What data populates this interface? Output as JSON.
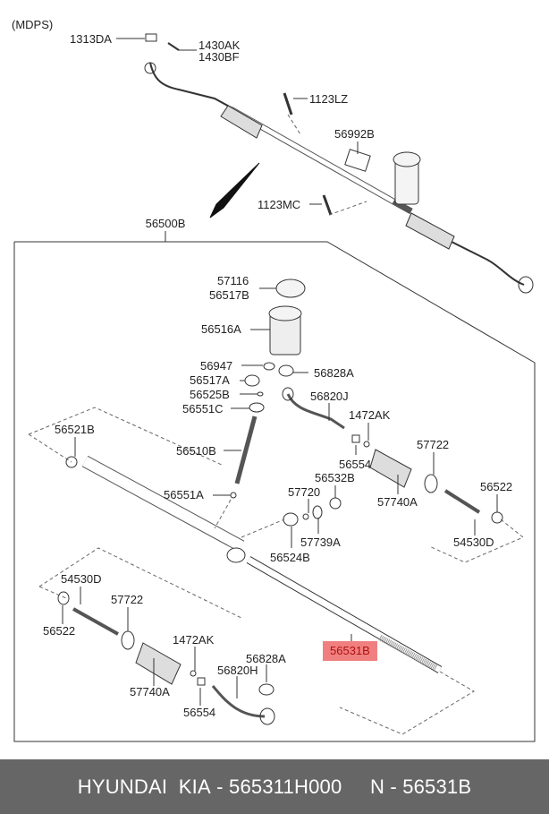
{
  "diagram": {
    "variant_label": "(MDPS)",
    "assembly_label": "56500B",
    "highlight_color": "#f08080",
    "callouts": {
      "c1313DA": "1313DA",
      "c1430AK": "1430AK",
      "c1430BF": "1430BF",
      "c1123LZ": "1123LZ",
      "c56992B": "56992B",
      "c1123MC": "1123MC",
      "c57116": "57116",
      "c56517B": "56517B",
      "c56516A": "56516A",
      "c56947": "56947",
      "c56828A_top": "56828A",
      "c56517A": "56517A",
      "c56525B": "56525B",
      "c56551C": "56551C",
      "c56820J": "56820J",
      "c1472AK_top": "1472AK",
      "c56521B": "56521B",
      "c56510B": "56510B",
      "c56554_top": "56554",
      "c57722_top": "57722",
      "c56532B": "56532B",
      "c56551A": "56551A",
      "c57720": "57720",
      "c57740A_top": "57740A",
      "c56522_top": "56522",
      "c57739A": "57739A",
      "c54530D_top": "54530D",
      "c56524B": "56524B",
      "c54530D_bot": "54530D",
      "c57722_bot": "57722",
      "c56522_bot": "56522",
      "c1472AK_bot": "1472AK",
      "c56828A_bot": "56828A",
      "c56820H": "56820H",
      "c57740A_bot": "57740A",
      "c56554_bot": "56554",
      "c56531B": "56531B"
    }
  },
  "footer": {
    "brand": "HYUNDAI  KIA",
    "part_number_text": " - 565311H000",
    "ref_text": "     N - 56531B"
  }
}
